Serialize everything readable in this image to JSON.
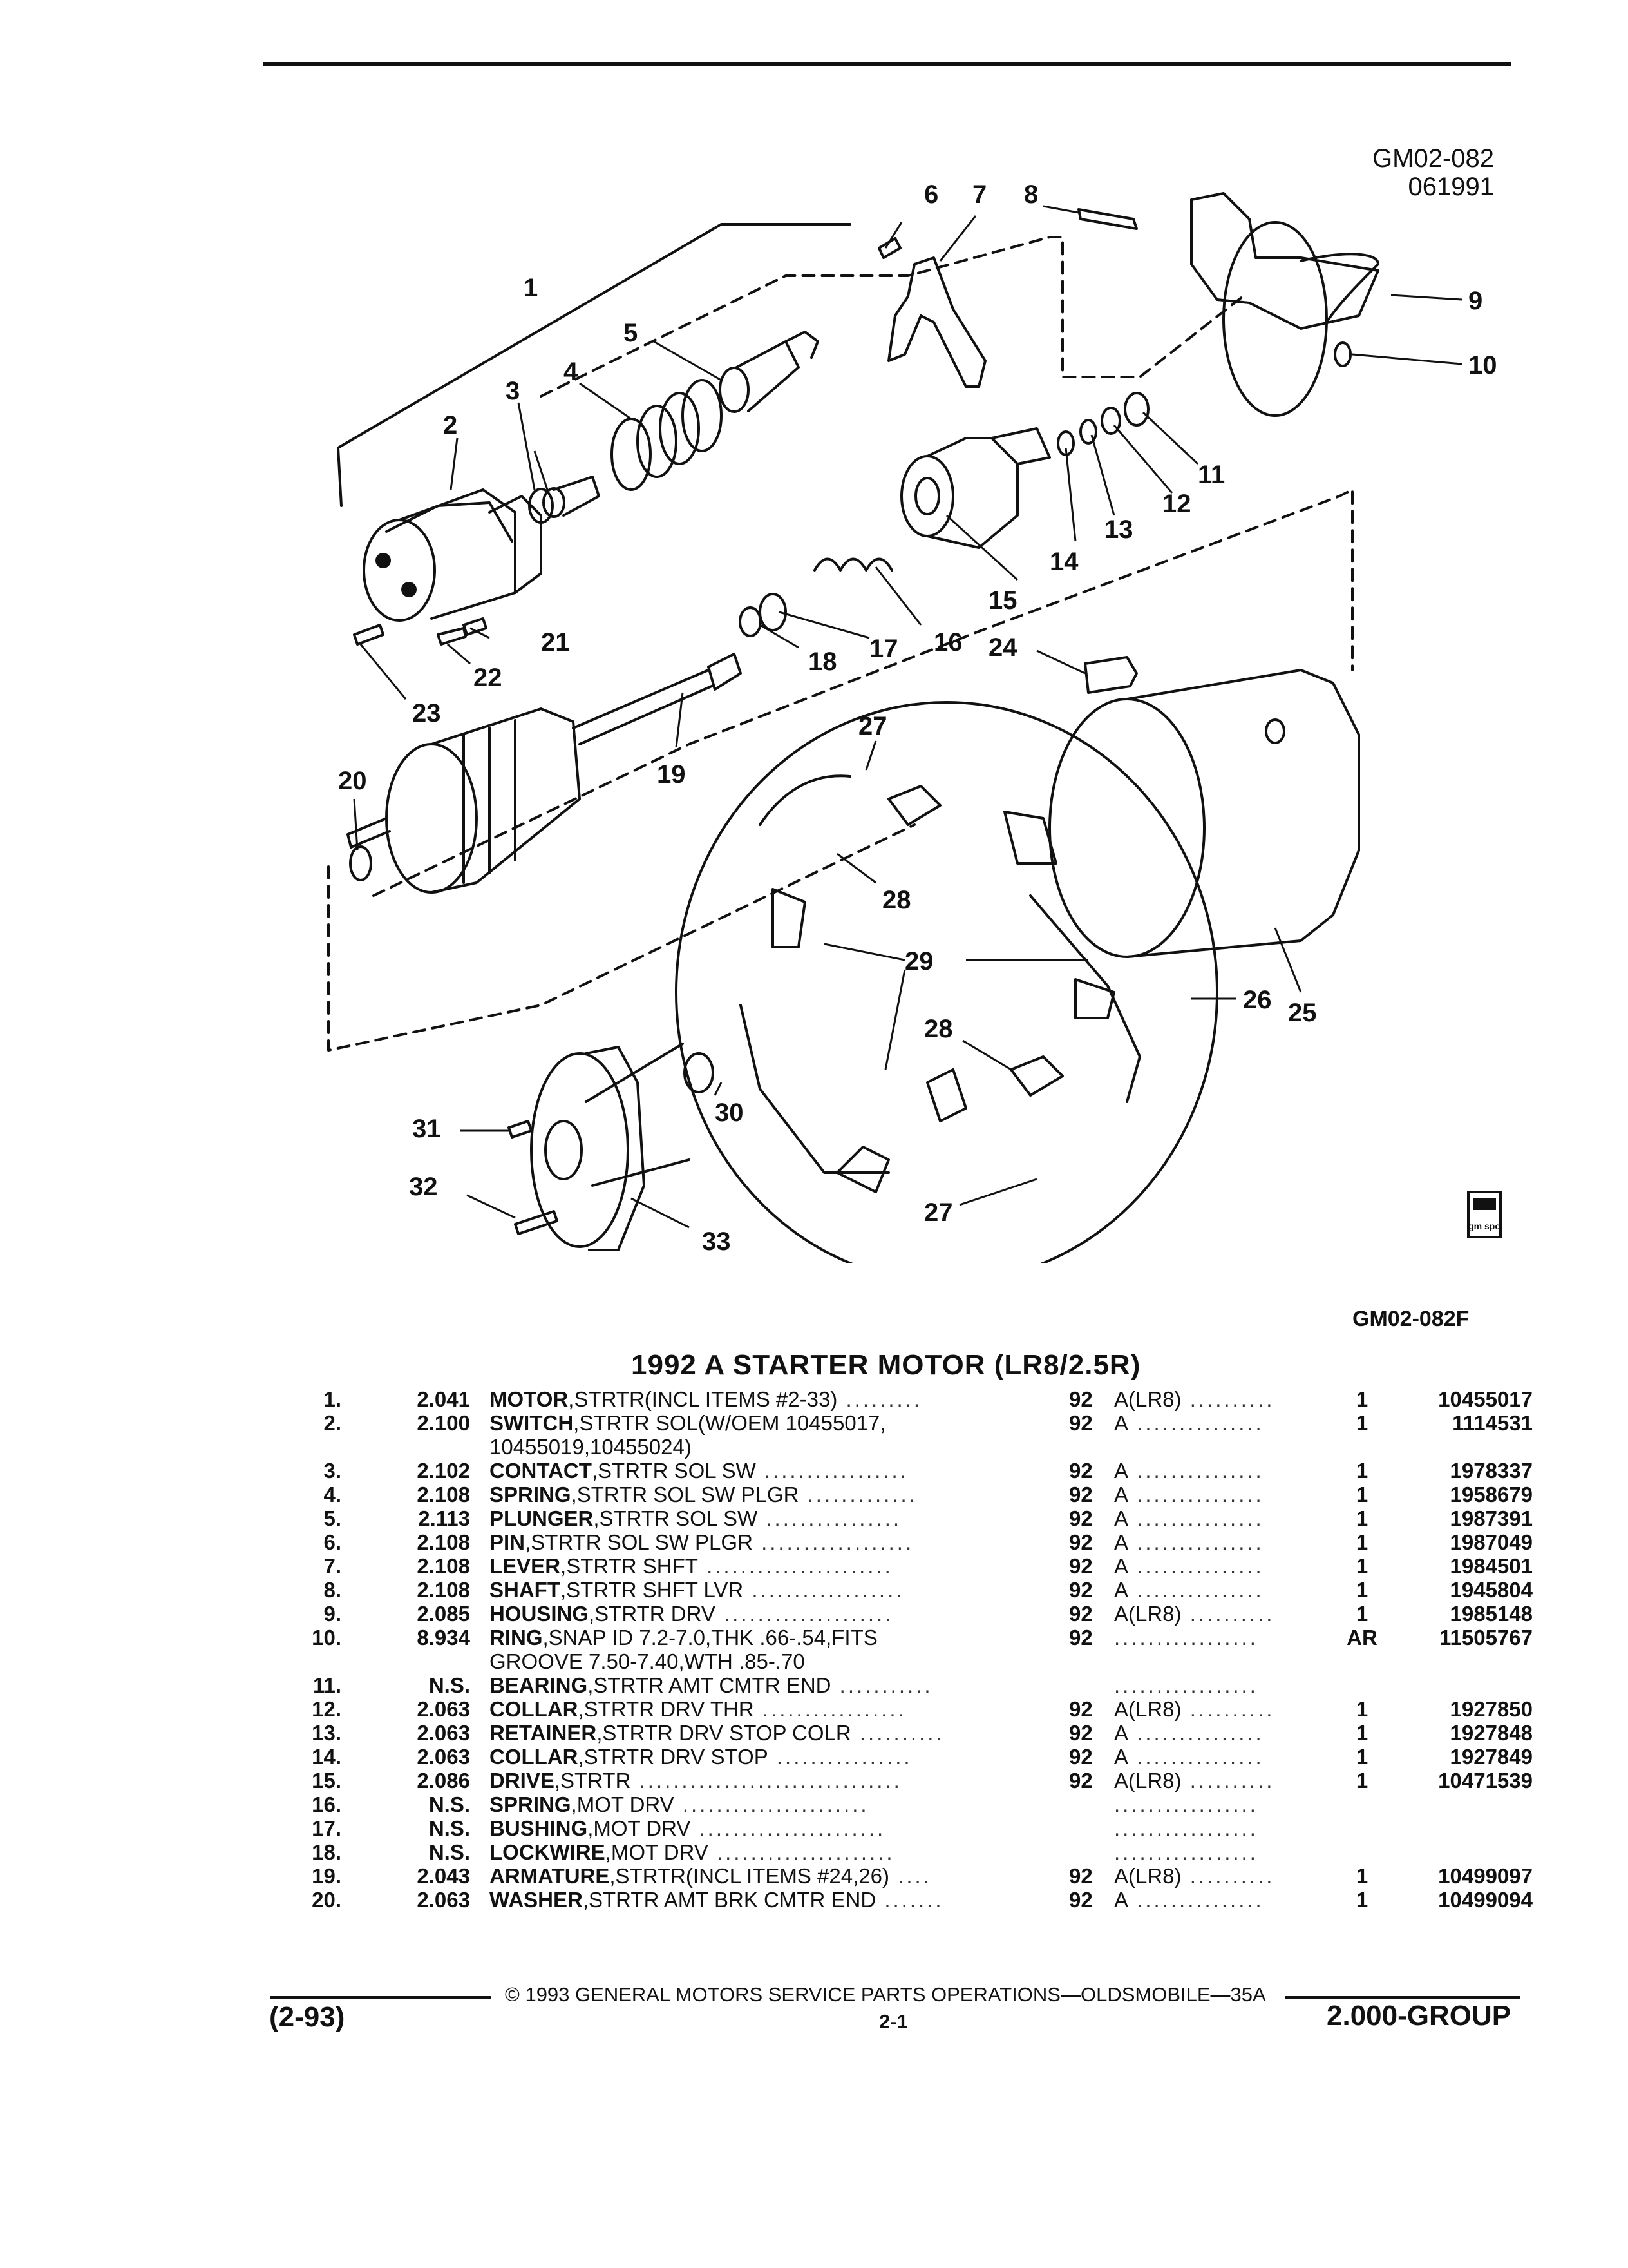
{
  "header": {
    "drawing_id": "GM02-082",
    "drawing_date": "061991"
  },
  "diagram": {
    "callouts": [
      "1",
      "2",
      "3",
      "4",
      "5",
      "6",
      "7",
      "8",
      "9",
      "10",
      "11",
      "12",
      "13",
      "14",
      "15",
      "16",
      "17",
      "18",
      "19",
      "20",
      "21",
      "22",
      "23",
      "24",
      "25",
      "26",
      "27",
      "28",
      "29",
      "30",
      "31",
      "32",
      "33"
    ],
    "logo_text": "gm spo",
    "figure_code": "GM02-082F"
  },
  "title": "1992 A STARTER MOTOR (LR8/2.5R)",
  "parts": [
    {
      "num": "1.",
      "group": "2.041",
      "name": "MOTOR",
      "desc": ",STRTR(INCL ITEMS #2-33)",
      "dots": " .........",
      "year": "92",
      "model": "A(LR8)",
      "mdots": " ..........",
      "qty": "1",
      "part": "10455017"
    },
    {
      "num": "2.",
      "group": "2.100",
      "name": "SWITCH",
      "desc": ",STRTR SOL(W/OEM 10455017,",
      "dots": "",
      "year": "92",
      "model": "A",
      "mdots": " ...............",
      "qty": "1",
      "part": "1114531",
      "cont": "10455019,10455024)"
    },
    {
      "num": "3.",
      "group": "2.102",
      "name": "CONTACT",
      "desc": ",STRTR SOL SW",
      "dots": " .................",
      "year": "92",
      "model": "A",
      "mdots": " ...............",
      "qty": "1",
      "part": "1978337"
    },
    {
      "num": "4.",
      "group": "2.108",
      "name": "SPRING",
      "desc": ",STRTR SOL SW PLGR",
      "dots": " .............",
      "year": "92",
      "model": "A",
      "mdots": " ...............",
      "qty": "1",
      "part": "1958679"
    },
    {
      "num": "5.",
      "group": "2.113",
      "name": "PLUNGER",
      "desc": ",STRTR SOL SW",
      "dots": " ................",
      "year": "92",
      "model": "A",
      "mdots": " ...............",
      "qty": "1",
      "part": "1987391"
    },
    {
      "num": "6.",
      "group": "2.108",
      "name": "PIN",
      "desc": ",STRTR SOL SW PLGR",
      "dots": " ..................",
      "year": "92",
      "model": "A",
      "mdots": " ...............",
      "qty": "1",
      "part": "1987049"
    },
    {
      "num": "7.",
      "group": "2.108",
      "name": "LEVER",
      "desc": ",STRTR SHFT",
      "dots": " ......................",
      "year": "92",
      "model": "A",
      "mdots": " ...............",
      "qty": "1",
      "part": "1984501"
    },
    {
      "num": "8.",
      "group": "2.108",
      "name": "SHAFT",
      "desc": ",STRTR SHFT LVR",
      "dots": " ..................",
      "year": "92",
      "model": "A",
      "mdots": " ...............",
      "qty": "1",
      "part": "1945804"
    },
    {
      "num": "9.",
      "group": "2.085",
      "name": "HOUSING",
      "desc": ",STRTR DRV",
      "dots": " ....................",
      "year": "92",
      "model": "A(LR8)",
      "mdots": " ..........",
      "qty": "1",
      "part": "1985148"
    },
    {
      "num": "10.",
      "group": "8.934",
      "name": "RING",
      "desc": ",SNAP ID 7.2-7.0,THK .66-.54,FITS",
      "dots": "",
      "year": "92",
      "model": "",
      "mdots": " .................",
      "qty": "AR",
      "part": "11505767",
      "cont": "GROOVE 7.50-7.40,WTH .85-.70"
    },
    {
      "num": "11.",
      "group": "N.S.",
      "name": "BEARING",
      "desc": ",STRTR AMT CMTR END",
      "dots": " ...........",
      "year": "",
      "model": "",
      "mdots": " .................",
      "qty": "",
      "part": ""
    },
    {
      "num": "12.",
      "group": "2.063",
      "name": "COLLAR",
      "desc": ",STRTR DRV THR",
      "dots": " .................",
      "year": "92",
      "model": "A(LR8)",
      "mdots": " ..........",
      "qty": "1",
      "part": "1927850"
    },
    {
      "num": "13.",
      "group": "2.063",
      "name": "RETAINER",
      "desc": ",STRTR DRV STOP COLR",
      "dots": " ..........",
      "year": "92",
      "model": "A",
      "mdots": " ...............",
      "qty": "1",
      "part": "1927848"
    },
    {
      "num": "14.",
      "group": "2.063",
      "name": "COLLAR",
      "desc": ",STRTR DRV STOP",
      "dots": " ................",
      "year": "92",
      "model": "A",
      "mdots": " ...............",
      "qty": "1",
      "part": "1927849"
    },
    {
      "num": "15.",
      "group": "2.086",
      "name": "DRIVE",
      "desc": ",STRTR",
      "dots": " ...............................",
      "year": "92",
      "model": "A(LR8)",
      "mdots": " ..........",
      "qty": "1",
      "part": "10471539"
    },
    {
      "num": "16.",
      "group": "N.S.",
      "name": "SPRING",
      "desc": ",MOT DRV",
      "dots": " ......................",
      "year": "",
      "model": "",
      "mdots": " .................",
      "qty": "",
      "part": ""
    },
    {
      "num": "17.",
      "group": "N.S.",
      "name": "BUSHING",
      "desc": ",MOT DRV",
      "dots": " ......................",
      "year": "",
      "model": "",
      "mdots": " .................",
      "qty": "",
      "part": ""
    },
    {
      "num": "18.",
      "group": "N.S.",
      "name": "LOCKWIRE",
      "desc": ",MOT DRV",
      "dots": " .....................",
      "year": "",
      "model": "",
      "mdots": " .................",
      "qty": "",
      "part": ""
    },
    {
      "num": "19.",
      "group": "2.043",
      "name": "ARMATURE",
      "desc": ",STRTR(INCL ITEMS #24,26)",
      "dots": " ....",
      "year": "92",
      "model": "A(LR8)",
      "mdots": " ..........",
      "qty": "1",
      "part": "10499097"
    },
    {
      "num": "20.",
      "group": "2.063",
      "name": "WASHER",
      "desc": ",STRTR AMT BRK CMTR END",
      "dots": " .......",
      "year": "92",
      "model": "A",
      "mdots": " ...............",
      "qty": "1",
      "part": "10499094"
    }
  ],
  "footer": {
    "copyright": "© 1993 GENERAL MOTORS SERVICE PARTS OPERATIONS—OLDSMOBILE—35A",
    "date_code": "(2-93)",
    "page": "2-1",
    "group": "2.000-GROUP"
  }
}
